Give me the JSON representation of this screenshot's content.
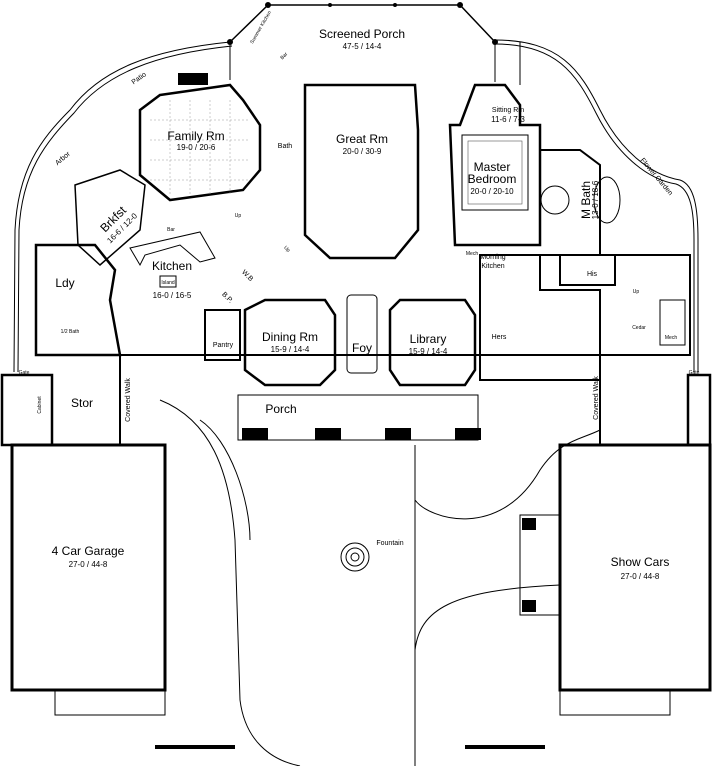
{
  "rooms": {
    "screened_porch": {
      "name": "Screened Porch",
      "dims": "47-5 / 14-4"
    },
    "patio": {
      "name": "Patio"
    },
    "summer_kitchen": {
      "name": "Summer Kitchen"
    },
    "porch_bar": {
      "name": "Bar"
    },
    "family_rm": {
      "name": "Family Rm",
      "dims": "19-0 / 20-6"
    },
    "bath": {
      "name": "Bath"
    },
    "great_rm": {
      "name": "Great Rm",
      "dims": "20-0 / 30-9"
    },
    "sitting_rm": {
      "name": "Sitting Rm",
      "dims": "11-6 / 7-3"
    },
    "master_bedroom": {
      "name_line1": "Master",
      "name_line2": "Bedroom",
      "dims": "20-0 / 20-10"
    },
    "m_bath": {
      "name": "M Bath",
      "dims": "13-0 / 18-6"
    },
    "flower_garden": {
      "name": "Flower Garden"
    },
    "arbor": {
      "name": "Arbor"
    },
    "brkfst": {
      "name": "Brkfst",
      "dims": "16-6 / 12-0"
    },
    "kitchen_bar": {
      "name": "Bar"
    },
    "kitchen": {
      "name": "Kitchen",
      "island": "Island",
      "dims": "16-0 / 16-5"
    },
    "ldy": {
      "name": "Ldy"
    },
    "half_bath": {
      "name": "1/2 Bath"
    },
    "wb": {
      "name": "W.B"
    },
    "bp": {
      "name": "B.P."
    },
    "pantry": {
      "name": "Pantry"
    },
    "dining_rm": {
      "name": "Dining Rm",
      "dims": "15-9 / 14-4"
    },
    "foy": {
      "name": "Foy"
    },
    "library": {
      "name": "Library",
      "dims": "15-9 / 14-4"
    },
    "mech": {
      "name": "Mech"
    },
    "morning_kitchen": {
      "name_line1": "Morning",
      "name_line2": "Kitchen"
    },
    "his": {
      "name": "His"
    },
    "hers": {
      "name": "Hers"
    },
    "cedar": {
      "name": "Cedar"
    },
    "mech2": {
      "name": "Mech"
    },
    "stor": {
      "name": "Stor"
    },
    "cabinet": {
      "name": "Cabinet"
    },
    "covered_walk_left": {
      "name": "Covered Walk"
    },
    "covered_walk_right": {
      "name": "Covered Walk"
    },
    "porch": {
      "name": "Porch"
    },
    "gate_left": {
      "name": "Gate"
    },
    "gate_right": {
      "name": "Gate"
    },
    "fountain": {
      "name": "Fountain"
    },
    "garage": {
      "name": "4 Car Garage",
      "dims": "27-0 / 44-8"
    },
    "show_cars": {
      "name": "Show Cars",
      "dims": "27-0 / 44-8"
    }
  },
  "stairs": {
    "up1": "Up",
    "up2": "Up",
    "up3": "Up"
  }
}
